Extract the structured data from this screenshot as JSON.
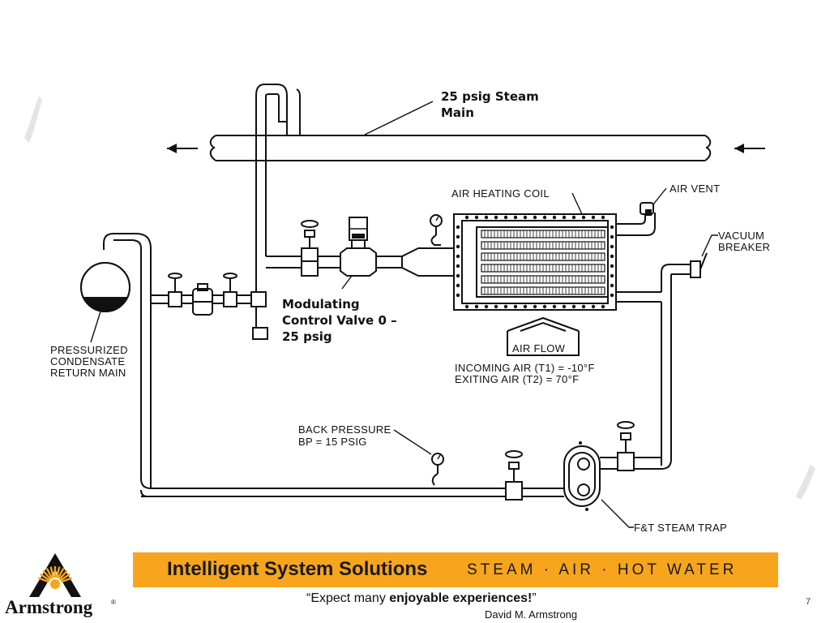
{
  "labels": {
    "steam_main": [
      "25 psig Steam",
      "Main"
    ],
    "air_heating_coil": "AIR HEATING COIL",
    "air_vent": "AIR VENT",
    "vacuum_breaker": [
      "VACUUM",
      "BREAKER"
    ],
    "modulating_valve": [
      "Modulating",
      "Control Valve 0 –",
      "25 psig"
    ],
    "condensate_return": [
      "PRESSURIZED",
      "CONDENSATE",
      "RETURN MAIN"
    ],
    "air_flow": "AIR FLOW",
    "incoming_air": "INCOMING AIR  (T1)  =  -10°F",
    "exiting_air": "EXITING AIR   (T2)  =   70°F",
    "back_pressure": [
      "BACK PRESSURE",
      "BP = 15 PSIG"
    ],
    "steam_trap": "F&T STEAM TRAP"
  },
  "footer": {
    "banner_title": "Intelligent System Solutions",
    "banner_tagline": "STEAM · AIR · HOT WATER",
    "brand": "Armstrong",
    "registered": "®",
    "quote_open": "“Expect many ",
    "quote_bold": "enjoyable experiences!",
    "quote_close": "”",
    "author": "David M. Armstrong",
    "page_number": "7"
  },
  "colors": {
    "banner": "#f7a51c",
    "ink": "#111111"
  }
}
